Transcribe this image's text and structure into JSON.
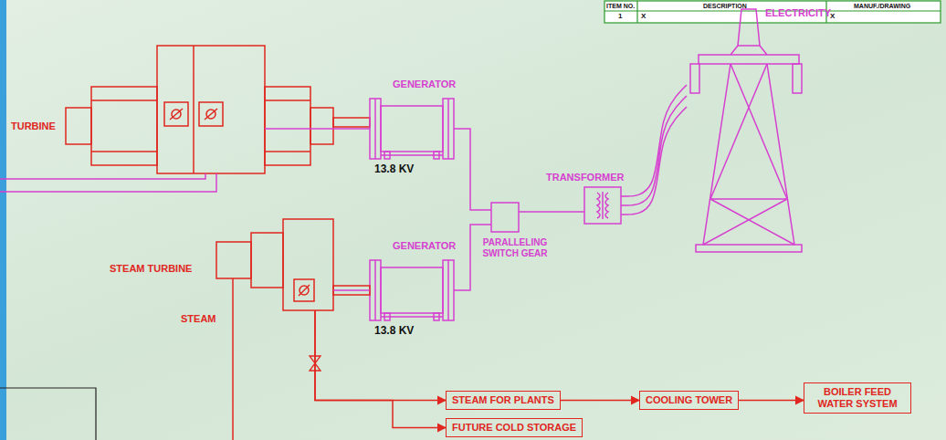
{
  "diagram": {
    "nodes": [
      {
        "text": [
          "TURBINE"
        ]
      },
      {
        "text": [
          "GENERATOR",
          "13.8 KV"
        ]
      },
      {
        "text": [
          "ELECTRICITY"
        ]
      },
      {
        "text": [
          "TRANSFORMER"
        ]
      },
      {
        "text": [
          "STEAM TURBINE"
        ]
      },
      {
        "text": [
          "GENERATOR",
          "13.8 KV"
        ]
      },
      {
        "text": [
          "PARALLELING SWITCH GEAR"
        ]
      },
      {
        "text": [
          "STEAM FOR PLANTS"
        ]
      },
      {
        "text": [
          "COOLING TOWER"
        ]
      },
      {
        "text": [
          "BOILER FEED WATER SYSTEM"
        ]
      },
      {
        "text": [
          "FUTURE COLD STORAGE"
        ]
      }
    ],
    "edges": [
      {
        "from": 0,
        "to": 1,
        "arrow": "none"
      },
      {
        "from": 1,
        "to": 6,
        "arrow": "none"
      },
      {
        "from": 6,
        "to": 3,
        "arrow": "none"
      },
      {
        "from": 3,
        "to": 2,
        "arrow": "none"
      },
      {
        "from": 4,
        "to": 5,
        "arrow": "none"
      },
      {
        "from": 5,
        "to": 6,
        "arrow": "none"
      },
      {
        "from": 4,
        "to": 7,
        "arrow": "to"
      },
      {
        "from": 7,
        "to": 8,
        "arrow": "to"
      },
      {
        "from": 8,
        "to": 9,
        "arrow": "to"
      },
      {
        "from": 4,
        "to": 10,
        "arrow": "to"
      }
    ],
    "labels": [
      "ITEM NO.",
      "DESCRIPTION",
      "MANUF./DRAWING",
      "1",
      "X",
      "X",
      "STEAM"
    ]
  }
}
